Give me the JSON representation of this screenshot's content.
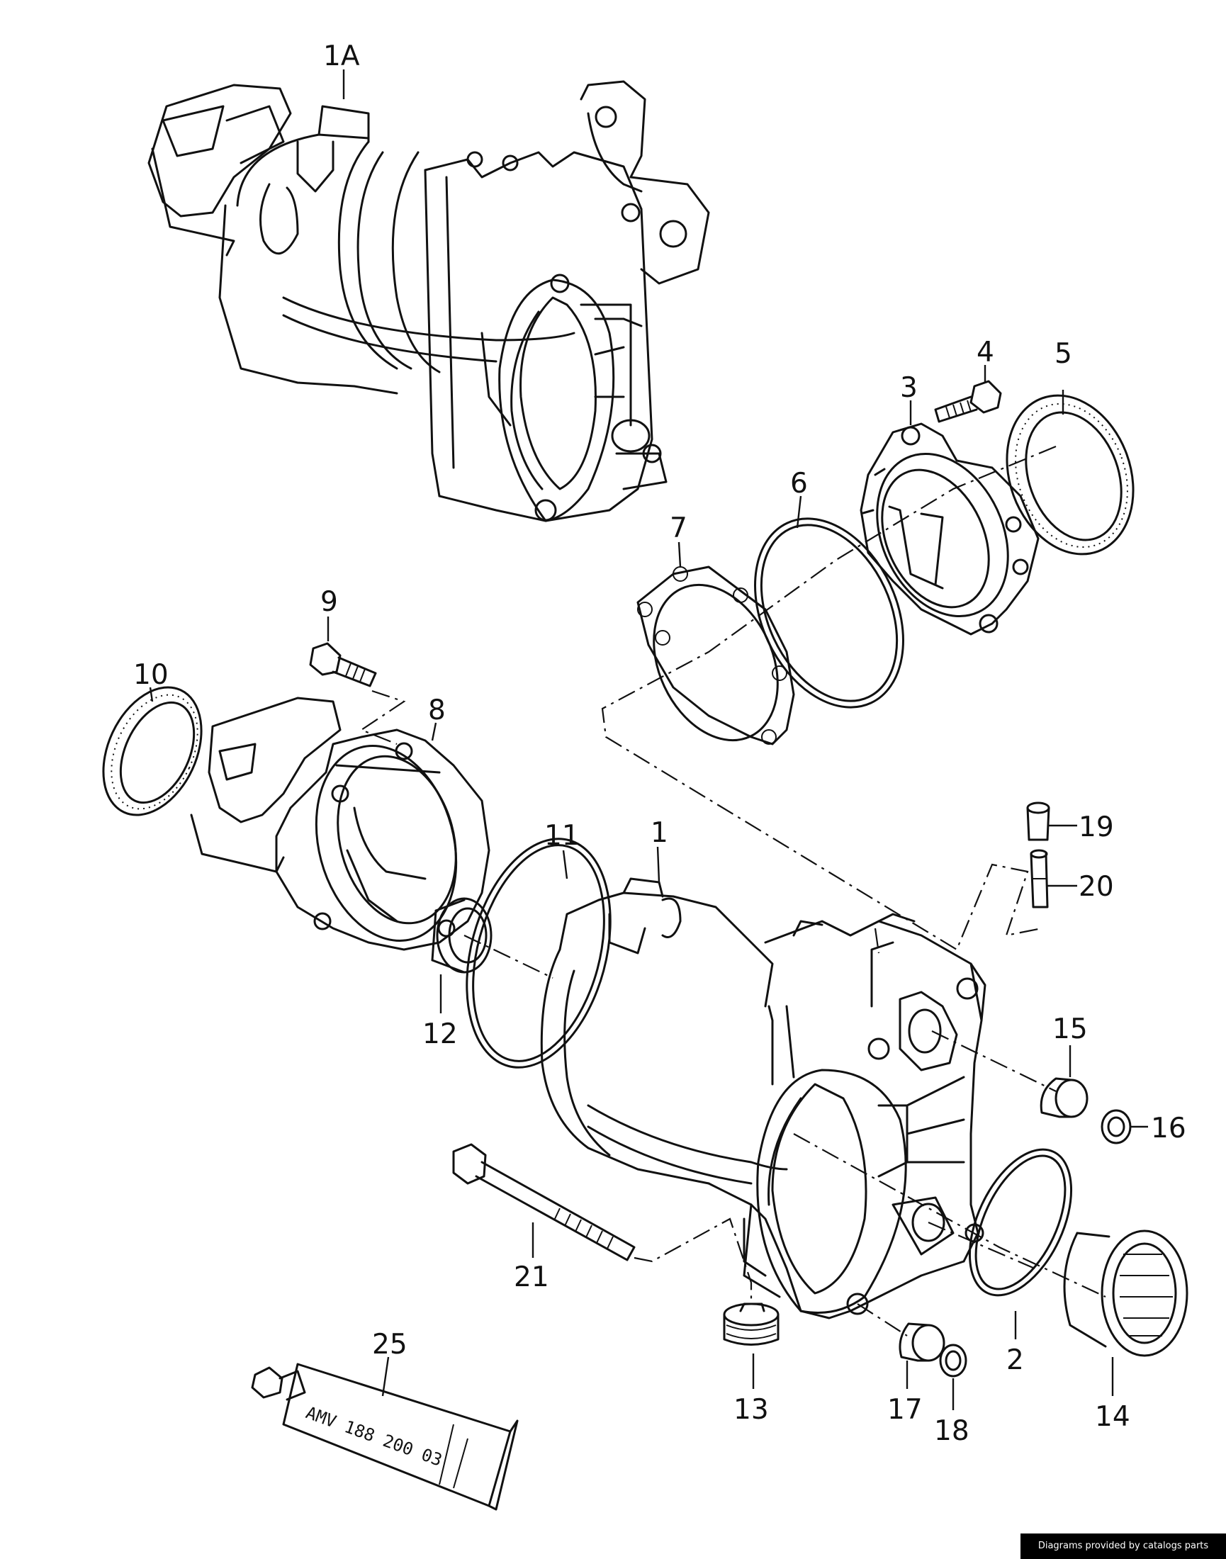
{
  "callouts": [
    "1A",
    "4",
    "5",
    "3",
    "6",
    "7",
    "9",
    "10",
    "8",
    "11",
    "1",
    "19",
    "20",
    "15",
    "16",
    "12",
    "21",
    "13",
    "2",
    "17",
    "18",
    "14",
    "25"
  ],
  "tube_marking": "AMV 188 200 03",
  "credit": "Diagrams provided by catalogs parts"
}
